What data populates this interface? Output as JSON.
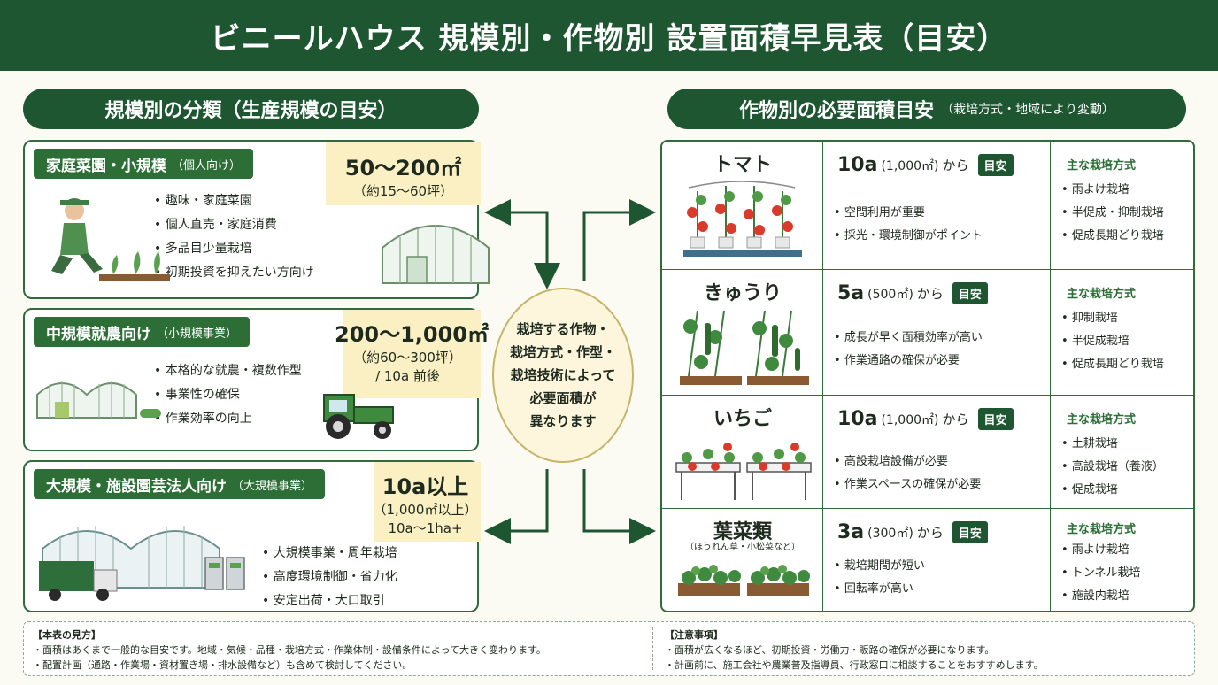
{
  "title": "ビニールハウス 規模別・作物別 設置面積早見表（目安）",
  "left_header": "規模別の分類（生産規模の目安）",
  "right_header": {
    "main": "作物別の必要面積目安",
    "note": "（栽培方式・地域により変動）"
  },
  "scales": [
    {
      "tag": "家庭菜園・小規模",
      "tag_note": "（個人向け）",
      "area": "50〜200㎡",
      "area_sub": [
        "（約15〜60坪）"
      ],
      "bullets": [
        "趣味・家庭菜園",
        "個人直売・家庭消費",
        "多品目少量栽培",
        "初期投資を抑えたい方向け"
      ]
    },
    {
      "tag": "中規模就農向け",
      "tag_note": "（小規模事業）",
      "area": "200〜1,000㎡",
      "area_sub": [
        "（約60〜300坪）",
        "/ 10a 前後"
      ],
      "bullets": [
        "本格的な就農・複数作型",
        "事業性の確保",
        "作業効率の向上"
      ]
    },
    {
      "tag": "大規模・施設園芸法人向け",
      "tag_note": "（大規模事業）",
      "area": "10a以上",
      "area_sub": [
        "（1,000㎡以上）",
        "10a〜1ha+"
      ],
      "bullets": [
        "大規模事業・周年栽培",
        "高度環境制御・省力化",
        "安定出荷・大口取引"
      ]
    }
  ],
  "center_text": "栽培する作物・\n栽培方式・作型・\n栽培技術によって\n必要面積が\n異なります",
  "crops": [
    {
      "name": "トマト",
      "sub": "",
      "area": "10a",
      "area_paren": "(1,000㎡)",
      "kara": "から",
      "badge": "目安",
      "points": [
        "空間利用が重要",
        "採光・環境制御がポイント"
      ],
      "method_title": "主な栽培方式",
      "methods": [
        "雨よけ栽培",
        "半促成・抑制栽培",
        "促成長期どり栽培"
      ]
    },
    {
      "name": "きゅうり",
      "sub": "",
      "area": "5a",
      "area_paren": "(500㎡)",
      "kara": "から",
      "badge": "目安",
      "points": [
        "成長が早く面積効率が高い",
        "作業通路の確保が必要"
      ],
      "method_title": "主な栽培方式",
      "methods": [
        "抑制栽培",
        "半促成栽培",
        "促成長期どり栽培"
      ]
    },
    {
      "name": "いちご",
      "sub": "",
      "area": "10a",
      "area_paren": "(1,000㎡)",
      "kara": "から",
      "badge": "目安",
      "points": [
        "高設栽培設備が必要",
        "作業スペースの確保が必要"
      ],
      "method_title": "主な栽培方式",
      "methods": [
        "土耕栽培",
        "高設栽培（養液）",
        "促成栽培"
      ]
    },
    {
      "name": "葉菜類",
      "sub": "（ほうれん草・小松菜など）",
      "area": "3a",
      "area_paren": "(300㎡)",
      "kara": "から",
      "badge": "目安",
      "points": [
        "栽培期間が短い",
        "回転率が高い"
      ],
      "method_title": "主な栽培方式",
      "methods": [
        "雨よけ栽培",
        "トンネル栽培",
        "施設内栽培"
      ]
    }
  ],
  "notes": {
    "left_title": "【本表の見方】",
    "left_lines": [
      "面積はあくまで一般的な目安です。地域・気候・品種・栽培方式・作業体制・設備条件によって大きく変わります。",
      "配置計画（通路・作業場・資材置き場・排水設備など）も含めて検討してください。"
    ],
    "right_title": "【注意事項】",
    "right_lines": [
      "面積が広くなるほど、初期投資・労働力・販路の確保が必要になります。",
      "計画前に、施工会社や農業普及指導員、行政窓口に相談することをおすすめします。"
    ]
  },
  "colors": {
    "primary": "#1e5631",
    "accent_yellow": "#fbf0c4",
    "border": "#2f6b3c"
  }
}
